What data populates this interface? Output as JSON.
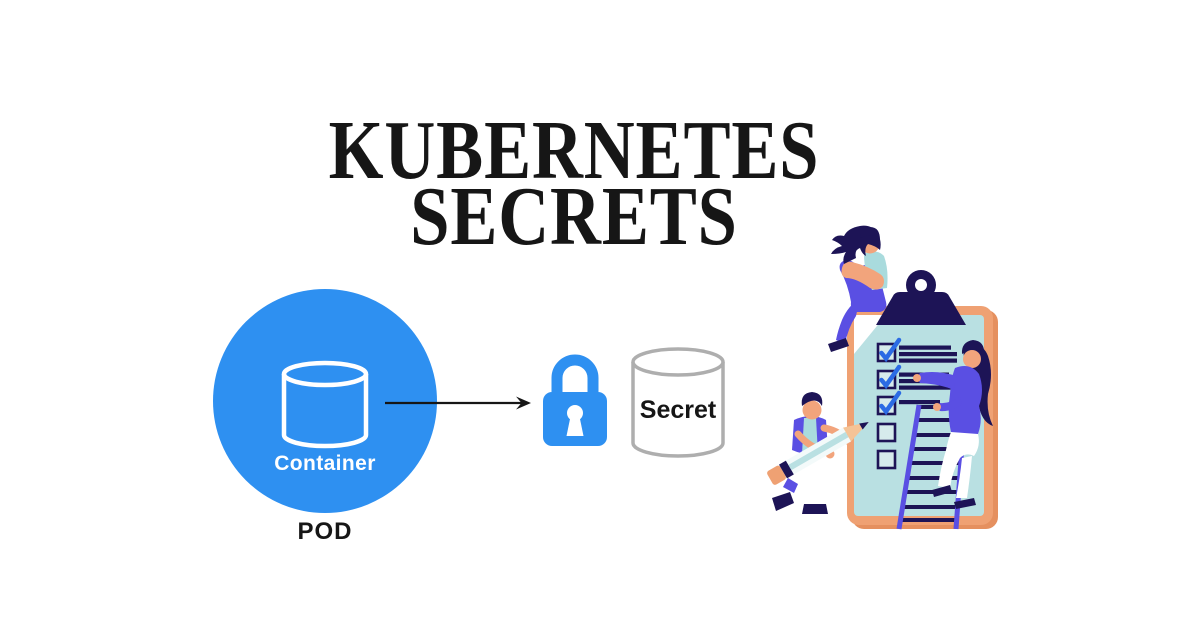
{
  "title": {
    "line1": "KUBERNETES",
    "line2": "SECRETS"
  },
  "diagram": {
    "pod": {
      "label": "POD",
      "container_label": "Container"
    },
    "secret": {
      "label": "Secret"
    }
  },
  "illustration": {
    "checklist": {
      "items": [
        {
          "checked": true
        },
        {
          "checked": true
        },
        {
          "checked": true
        },
        {
          "checked": false
        },
        {
          "checked": false
        }
      ]
    }
  },
  "colors": {
    "bg": "#FFFFFF",
    "blue": "#2E90F1",
    "ink": "#161616",
    "cyl-gray": "#AEAEAE",
    "board": "#EFA173",
    "board-dark": "#E5905F",
    "paper": "#B9E0E2",
    "checkbox-fill": "#D6EBEC",
    "navy": "#1D1456",
    "purple": "#5A4FE3",
    "shirt-teal": "#A9DBDD",
    "skin": "#F2A47C",
    "check-blue": "#2B6BE4",
    "pencil-body": "#F3FAFA",
    "wood": "#F5C396",
    "white": "#FFFFFF"
  }
}
